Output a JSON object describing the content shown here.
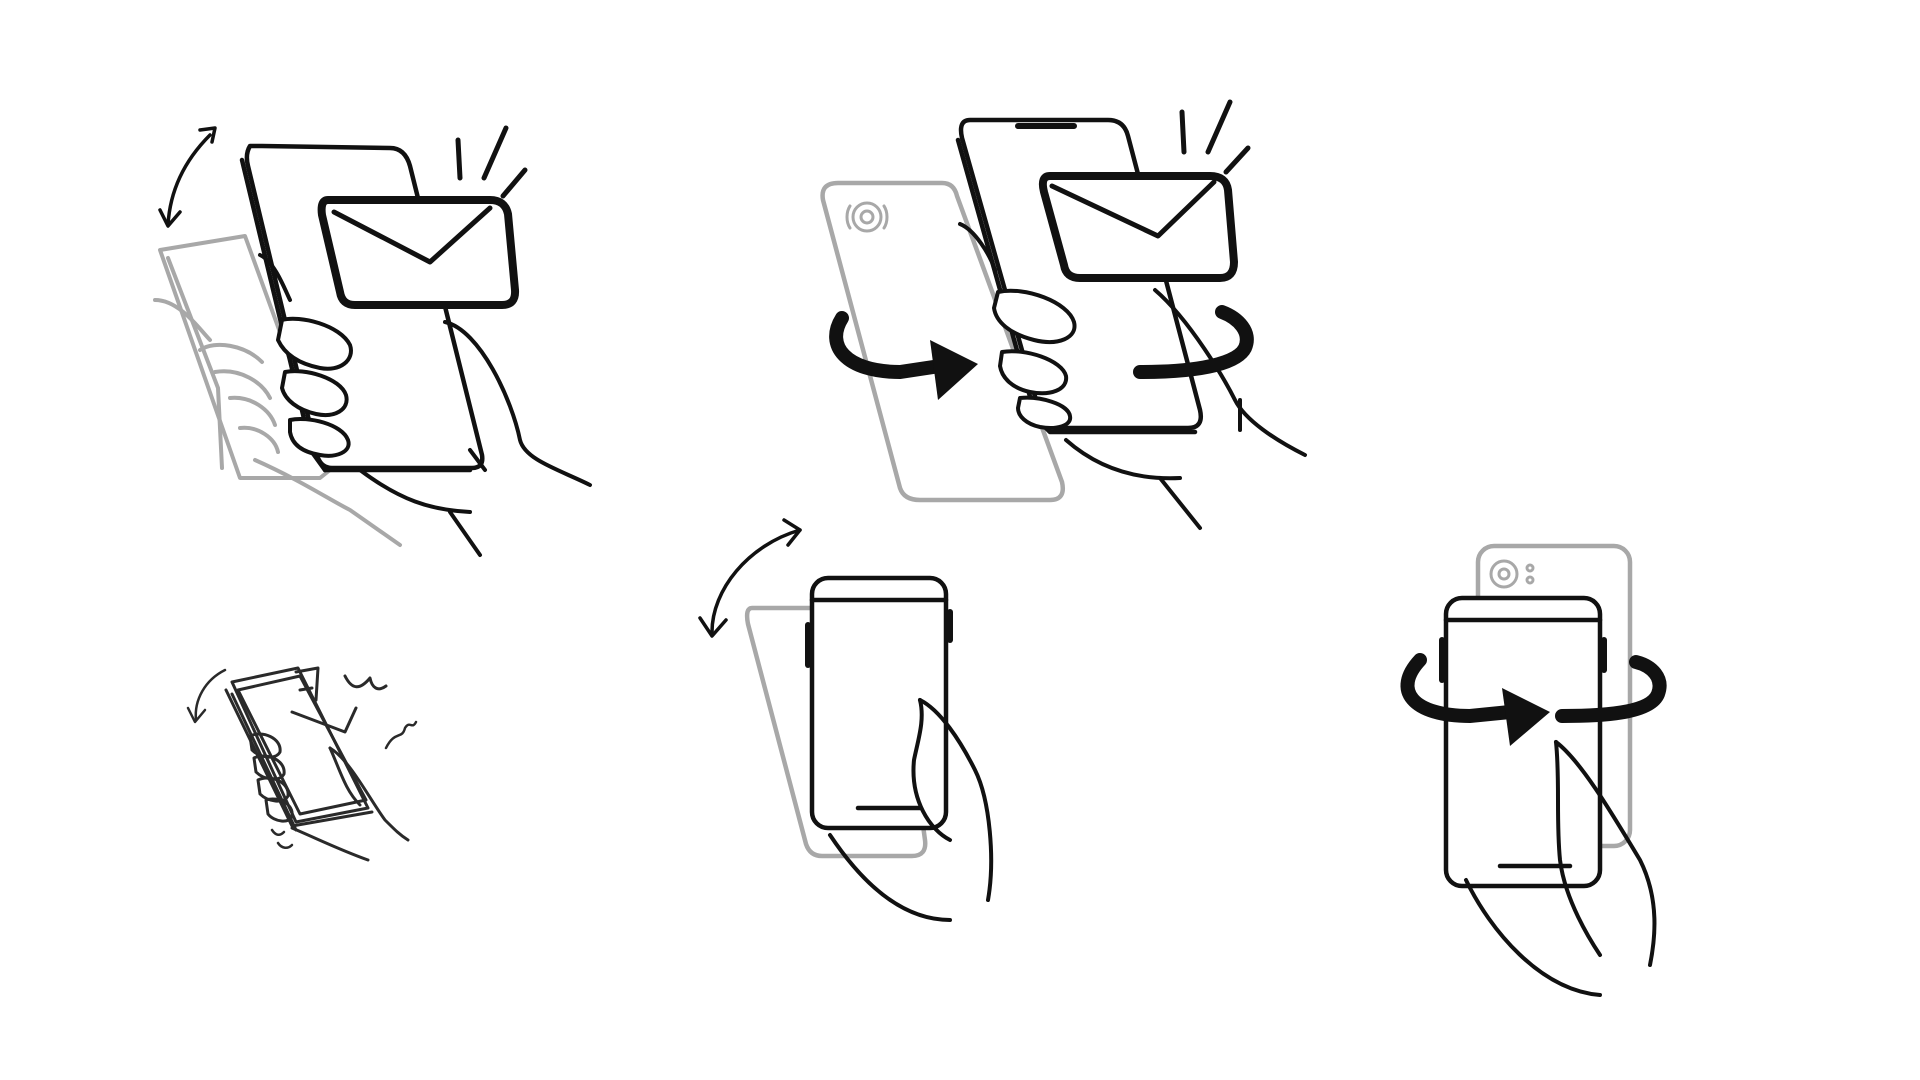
{
  "colors": {
    "background": "#ffffff",
    "ink": "#111111",
    "ghost": "#a8a8a8",
    "sketch": "#2a2a2a"
  },
  "panels": [
    {
      "id": "flip-to-reveal-message",
      "icons": [
        "phone-icon",
        "hand-icon",
        "envelope-icon",
        "rotate-arrow-icon"
      ]
    },
    {
      "id": "turn-phone-over-message",
      "icons": [
        "phone-icon",
        "hand-icon",
        "envelope-icon",
        "wrap-arrow-icon",
        "camera-icon"
      ]
    },
    {
      "id": "tilt-phone",
      "icons": [
        "phone-icon",
        "hand-icon",
        "curved-arrow-icon"
      ]
    },
    {
      "id": "turn-phone-over",
      "icons": [
        "phone-icon",
        "hand-icon",
        "wrap-arrow-icon",
        "camera-icon"
      ]
    },
    {
      "id": "rough-sketch-tilt",
      "icons": [
        "phone-icon",
        "hand-icon",
        "envelope-icon",
        "curved-arrow-icon"
      ]
    }
  ]
}
